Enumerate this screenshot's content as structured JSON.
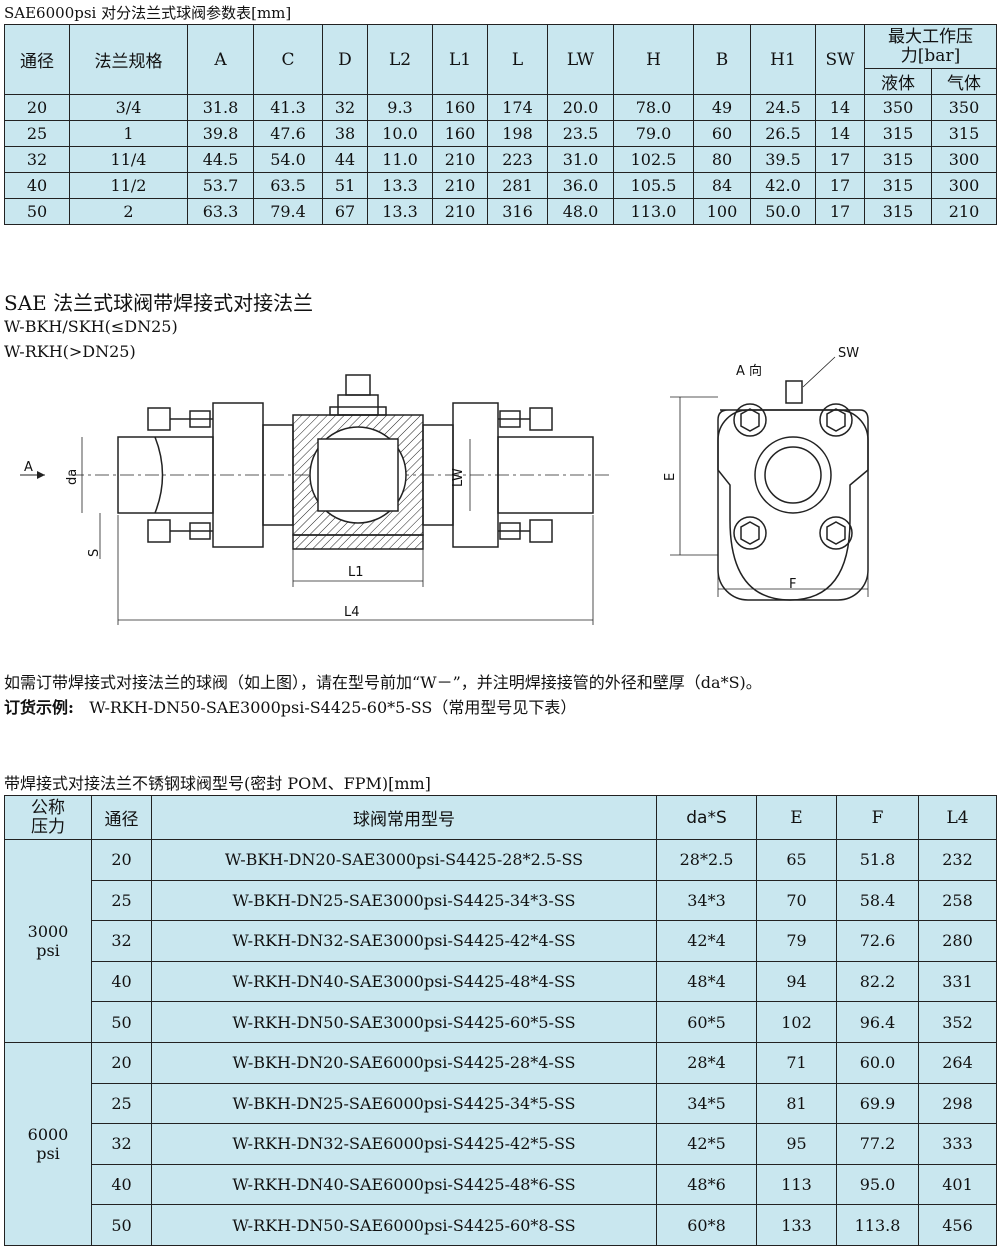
{
  "table1": {
    "title": "SAE6000psi 对分法兰式球阀参数表[mm]",
    "headers": [
      "通径",
      "法兰规格",
      "A",
      "C",
      "D",
      "L2",
      "L1",
      "L",
      "LW",
      "H",
      "B",
      "H1",
      "SW"
    ],
    "max_pressure_header": "最大工作压力[bar]",
    "liquid_header": "液体",
    "gas_header": "气体",
    "rows": [
      [
        "20",
        "3/4",
        "31.8",
        "41.3",
        "32",
        "9.3",
        "160",
        "174",
        "20.0",
        "78.0",
        "49",
        "24.5",
        "14",
        "350",
        "350"
      ],
      [
        "25",
        "1",
        "39.8",
        "47.6",
        "38",
        "10.0",
        "160",
        "198",
        "23.5",
        "79.0",
        "60",
        "26.5",
        "14",
        "315",
        "315"
      ],
      [
        "32",
        "11/4",
        "44.5",
        "54.0",
        "44",
        "11.0",
        "210",
        "223",
        "31.0",
        "102.5",
        "80",
        "39.5",
        "17",
        "315",
        "300"
      ],
      [
        "40",
        "11/2",
        "53.7",
        "63.5",
        "51",
        "13.3",
        "210",
        "281",
        "36.0",
        "105.5",
        "84",
        "42.0",
        "17",
        "315",
        "300"
      ],
      [
        "50",
        "2",
        "63.3",
        "79.4",
        "67",
        "13.3",
        "210",
        "316",
        "48.0",
        "113.0",
        "100",
        "50.0",
        "17",
        "315",
        "210"
      ]
    ]
  },
  "section": {
    "title": "SAE 法兰式球阀带焊接式对接法兰",
    "line1": "W-BKH/SKH(≤DN25)",
    "line2": "W-RKH(>DN25)"
  },
  "drawing": {
    "labels": {
      "a_arrow": "A",
      "da": "da",
      "s": "S",
      "lw": "LW",
      "l1": "L1",
      "l4": "L4",
      "a_view": "A 向",
      "sw": "SW",
      "e": "E",
      "f": "F"
    }
  },
  "notes": {
    "line1": "如需订带焊接式对接法兰的球阀（如上图），请在型号前加“W－”，并注明焊接接管的外径和壁厚（da*S)。",
    "order_label": "订货示例:",
    "order_example": "W-RKH-DN50-SAE3000psi-S4425-60*5-SS（常用型号见下表）"
  },
  "table2": {
    "title": "带焊接式对接法兰不锈钢球阀型号(密封 POM、FPM)[mm]",
    "headers": [
      "公称压力",
      "通径",
      "球阀常用型号",
      "da*S",
      "E",
      "F",
      "L4"
    ],
    "groups": [
      {
        "pressure_line1": "3000",
        "pressure_line2": "psi",
        "rows": [
          [
            "20",
            "W-BKH-DN20-SAE3000psi-S4425-28*2.5-SS",
            "28*2.5",
            "65",
            "51.8",
            "232"
          ],
          [
            "25",
            "W-BKH-DN25-SAE3000psi-S4425-34*3-SS",
            "34*3",
            "70",
            "58.4",
            "258"
          ],
          [
            "32",
            "W-RKH-DN32-SAE3000psi-S4425-42*4-SS",
            "42*4",
            "79",
            "72.6",
            "280"
          ],
          [
            "40",
            "W-RKH-DN40-SAE3000psi-S4425-48*4-SS",
            "48*4",
            "94",
            "82.2",
            "331"
          ],
          [
            "50",
            "W-RKH-DN50-SAE3000psi-S4425-60*5-SS",
            "60*5",
            "102",
            "96.4",
            "352"
          ]
        ]
      },
      {
        "pressure_line1": "6000",
        "pressure_line2": "psi",
        "rows": [
          [
            "20",
            "W-BKH-DN20-SAE6000psi-S4425-28*4-SS",
            "28*4",
            "71",
            "60.0",
            "264"
          ],
          [
            "25",
            "W-BKH-DN25-SAE6000psi-S4425-34*5-SS",
            "34*5",
            "81",
            "69.9",
            "298"
          ],
          [
            "32",
            "W-RKH-DN32-SAE6000psi-S4425-42*5-SS",
            "42*5",
            "95",
            "77.2",
            "333"
          ],
          [
            "40",
            "W-RKH-DN40-SAE6000psi-S4425-48*6-SS",
            "48*6",
            "113",
            "95.0",
            "401"
          ],
          [
            "50",
            "W-RKH-DN50-SAE6000psi-S4425-60*8-SS",
            "60*8",
            "133",
            "113.8",
            "456"
          ]
        ]
      }
    ]
  }
}
